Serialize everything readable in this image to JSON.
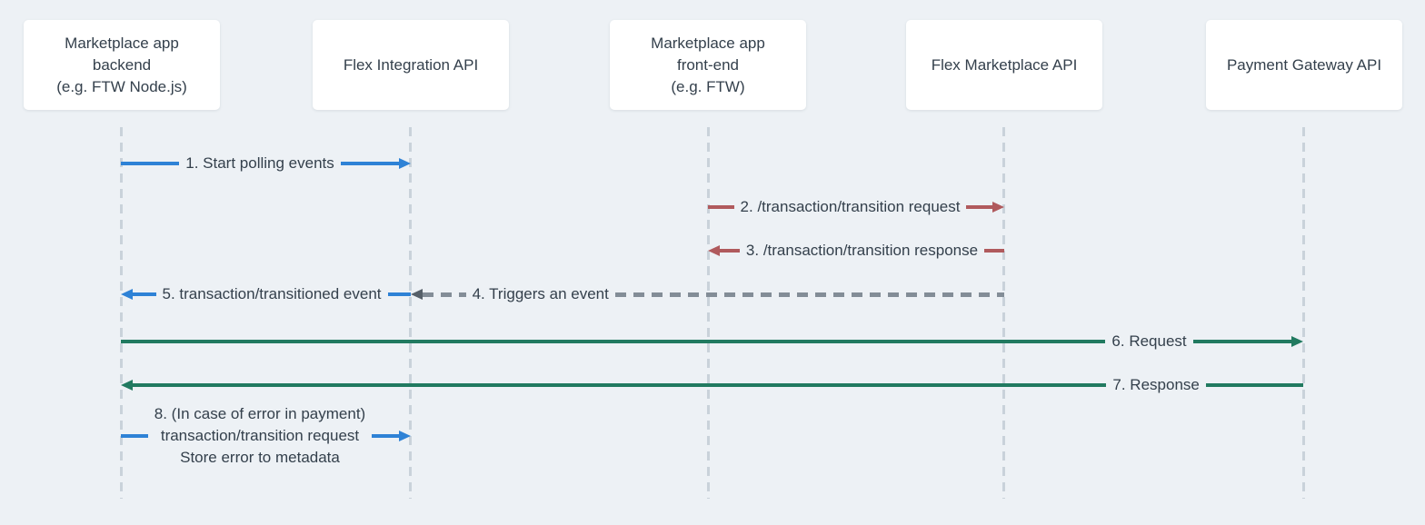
{
  "diagram": {
    "type": "sequence-diagram",
    "background_color": "#edf1f5",
    "node_background": "#ffffff",
    "text_color": "#34404c",
    "lifeline_color": "#c9d2da",
    "colors": {
      "blue": "#2e82d6",
      "red": "#b05a5d",
      "green": "#217a60",
      "gray": "#838d97"
    },
    "participants": [
      {
        "id": "backend",
        "label": "Marketplace app\nbackend\n(e.g. FTW Node.js)"
      },
      {
        "id": "integration-api",
        "label": "Flex Integration API"
      },
      {
        "id": "frontend",
        "label": "Marketplace app\nfront-end\n(e.g. FTW)"
      },
      {
        "id": "marketplace-api",
        "label": "Flex Marketplace API"
      },
      {
        "id": "payment-gateway",
        "label": "Payment Gateway API"
      }
    ],
    "messages": [
      {
        "n": 1,
        "label": "1. Start polling events",
        "from": "backend",
        "to": "integration-api",
        "direction": "right",
        "line": "solid",
        "color": "#2e82d6"
      },
      {
        "n": 2,
        "label": "2. /transaction/transition request",
        "from": "frontend",
        "to": "marketplace-api",
        "direction": "right",
        "line": "solid",
        "color": "#b05a5d"
      },
      {
        "n": 3,
        "label": "3. /transaction/transition response",
        "from": "marketplace-api",
        "to": "frontend",
        "direction": "left",
        "line": "solid",
        "color": "#b05a5d"
      },
      {
        "n": 4,
        "label": "4. Triggers an event",
        "from": "marketplace-api",
        "to": "integration-api",
        "direction": "left",
        "line": "dashed",
        "color": "#838d97"
      },
      {
        "n": 5,
        "label": "5. transaction/transitioned event",
        "from": "integration-api",
        "to": "backend",
        "direction": "left",
        "line": "solid",
        "color": "#2e82d6"
      },
      {
        "n": 6,
        "label": "6. Request",
        "from": "backend",
        "to": "payment-gateway",
        "direction": "right",
        "line": "solid",
        "color": "#217a60"
      },
      {
        "n": 7,
        "label": "7. Response",
        "from": "payment-gateway",
        "to": "backend",
        "direction": "left",
        "line": "solid",
        "color": "#217a60"
      },
      {
        "n": 8,
        "label": "8. (In case of error in payment)\ntransaction/transition request\nStore error to metadata",
        "from": "backend",
        "to": "integration-api",
        "direction": "right",
        "line": "solid",
        "color": "#2e82d6"
      }
    ]
  }
}
